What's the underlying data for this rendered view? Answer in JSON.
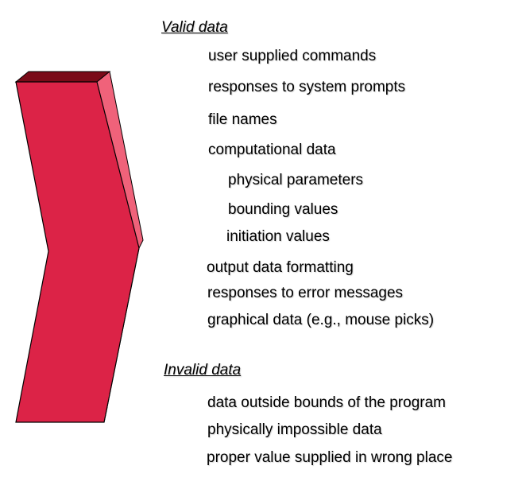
{
  "colors": {
    "chevron_front": "#dc2347",
    "chevron_side": "#f0627a",
    "chevron_top": "#7a0a18",
    "chevron_outline": "#000000",
    "text": "#000000"
  },
  "valid": {
    "heading": "Valid data",
    "items": [
      "user supplied commands",
      "responses to system prompts",
      "file names",
      "computational data",
      "physical parameters",
      "bounding values",
      "initiation values",
      "output data formatting",
      "responses to error messages",
      "graphical data (e.g., mouse picks)"
    ]
  },
  "invalid": {
    "heading": "Invalid data",
    "items": [
      "data outside bounds of the program",
      "physically impossible data",
      "proper value supplied in wrong place"
    ]
  }
}
